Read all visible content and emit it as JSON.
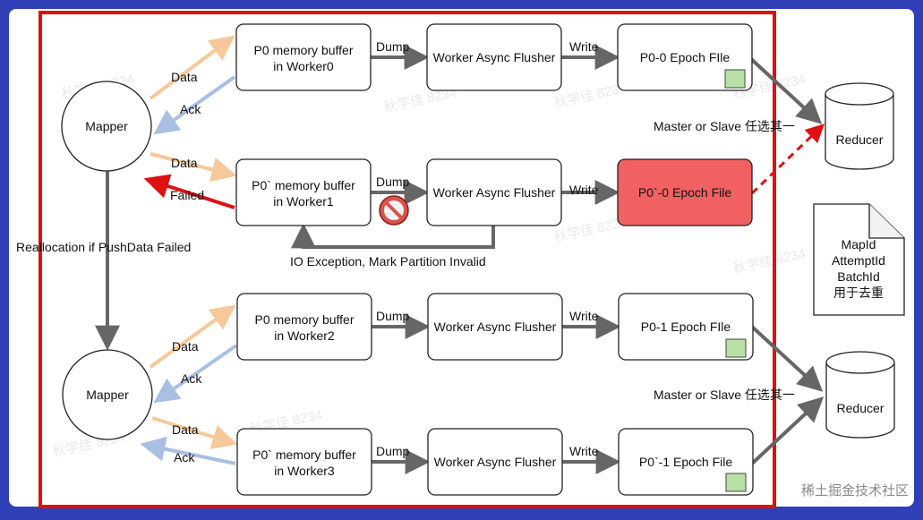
{
  "mappers": [
    "Mapper",
    "Mapper"
  ],
  "buffers": [
    {
      "line1": "P0 memory buffer",
      "line2": "in Worker0"
    },
    {
      "line1": "P0` memory buffer",
      "line2": "in Worker1"
    },
    {
      "line1": "P0 memory buffer",
      "line2": "in Worker2"
    },
    {
      "line1": "P0` memory buffer",
      "line2": "in Worker3"
    }
  ],
  "flushers": [
    "Worker Async Flusher",
    "Worker Async Flusher",
    "Worker Async Flusher",
    "Worker Async Flusher"
  ],
  "files": [
    "P0-0 Epoch FIle",
    "P0`-0 Epoch File",
    "P0-1 Epoch FIle",
    "P0`-1 Epoch File"
  ],
  "reducers": [
    "Reducer",
    "Reducer"
  ],
  "edge_labels": {
    "data": "Data",
    "ack": "Ack",
    "failed": "Failed",
    "dump": "Dump",
    "write": "Write",
    "reallocation": "Reallocation if PushData Failed",
    "io_exception": "IO Exception, Mark Partition Invalid",
    "master_slave": "Master or Slave 任选其一"
  },
  "note": [
    "MapId",
    "AttemptId",
    "BatchId",
    "用于去重"
  ],
  "watermark": "稀土掘金技术社区",
  "colors": {
    "background": "#2f3fb6",
    "frame": "#e01010",
    "data_arrow": "#f6c89a",
    "ack_arrow": "#a9bfe3",
    "failed_arrow": "#e01010",
    "failed_file": "#f16161",
    "status_square": "#b9e0a5",
    "forbidden_icon": "#d9534f"
  }
}
